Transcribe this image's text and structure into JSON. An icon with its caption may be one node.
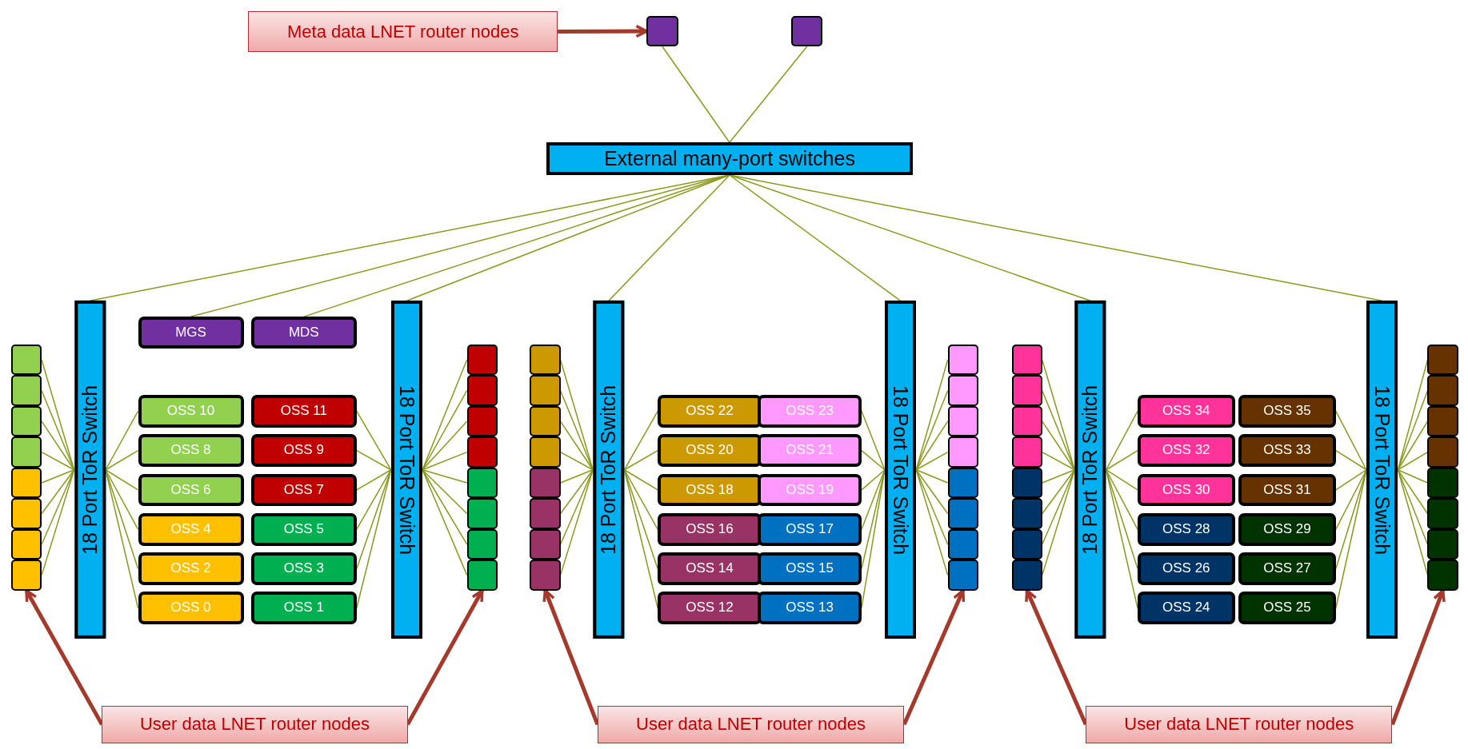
{
  "diagram": {
    "nodes": [
      {
        "text": [
          "Meta data LNET router nodes"
        ]
      },
      {
        "text": [],
        "shape": "box"
      },
      {
        "text": [],
        "shape": "box"
      },
      {
        "text": [
          "External many-port switches"
        ]
      },
      {
        "text": [],
        "shape": "box"
      },
      {
        "text": [],
        "shape": "box"
      },
      {
        "text": [],
        "shape": "box"
      },
      {
        "text": [],
        "shape": "box"
      },
      {
        "text": [],
        "shape": "box"
      },
      {
        "text": [],
        "shape": "box"
      },
      {
        "text": [],
        "shape": "box"
      },
      {
        "text": [],
        "shape": "box"
      },
      {
        "text": [
          "18 Port ToR Switch"
        ]
      },
      {
        "text": [
          "MGS"
        ]
      },
      {
        "text": [
          "MDS"
        ]
      },
      {
        "text": [
          "OSS 10"
        ]
      },
      {
        "text": [
          "OSS 11"
        ]
      },
      {
        "text": [
          "OSS 8"
        ]
      },
      {
        "text": [
          "OSS 9"
        ]
      },
      {
        "text": [
          "OSS 6"
        ]
      },
      {
        "text": [
          "OSS 7"
        ]
      },
      {
        "text": [
          "OSS 4"
        ]
      },
      {
        "text": [
          "OSS 5"
        ]
      },
      {
        "text": [
          "OSS 2"
        ]
      },
      {
        "text": [
          "OSS 3"
        ]
      },
      {
        "text": [
          "OSS 0"
        ]
      },
      {
        "text": [
          "OSS 1"
        ]
      },
      {
        "text": [
          "18 Port ToR Switch"
        ]
      },
      {
        "text": [],
        "shape": "box"
      },
      {
        "text": [],
        "shape": "box"
      },
      {
        "text": [],
        "shape": "box"
      },
      {
        "text": [],
        "shape": "box"
      },
      {
        "text": [],
        "shape": "box"
      },
      {
        "text": [],
        "shape": "box"
      },
      {
        "text": [],
        "shape": "box"
      },
      {
        "text": [],
        "shape": "box"
      },
      {
        "text": [],
        "shape": "box"
      },
      {
        "text": [],
        "shape": "box"
      },
      {
        "text": [],
        "shape": "box"
      },
      {
        "text": [],
        "shape": "box"
      },
      {
        "text": [],
        "shape": "box"
      },
      {
        "text": [],
        "shape": "box"
      },
      {
        "text": [],
        "shape": "box"
      },
      {
        "text": [],
        "shape": "box"
      },
      {
        "text": [
          "18 Port ToR Switch"
        ]
      },
      {
        "text": [
          "OSS 22"
        ]
      },
      {
        "text": [
          "OSS 23"
        ]
      },
      {
        "text": [
          "OSS 20"
        ]
      },
      {
        "text": [
          "OSS 21"
        ]
      },
      {
        "text": [
          "OSS 18"
        ]
      },
      {
        "text": [
          "OSS 19"
        ]
      },
      {
        "text": [
          "OSS 16"
        ]
      },
      {
        "text": [
          "OSS 17"
        ]
      },
      {
        "text": [
          "OSS 14"
        ]
      },
      {
        "text": [
          "OSS 15"
        ]
      },
      {
        "text": [
          "OSS 12"
        ]
      },
      {
        "text": [
          "OSS 13"
        ]
      },
      {
        "text": [
          "18 Port ToR Switch"
        ]
      },
      {
        "text": [],
        "shape": "box"
      },
      {
        "text": [],
        "shape": "box"
      },
      {
        "text": [],
        "shape": "box"
      },
      {
        "text": [],
        "shape": "box"
      },
      {
        "text": [],
        "shape": "box"
      },
      {
        "text": [],
        "shape": "box"
      },
      {
        "text": [],
        "shape": "box"
      },
      {
        "text": [],
        "shape": "box"
      },
      {
        "text": [],
        "shape": "box"
      },
      {
        "text": [],
        "shape": "box"
      },
      {
        "text": [],
        "shape": "box"
      },
      {
        "text": [],
        "shape": "box"
      },
      {
        "text": [],
        "shape": "box"
      },
      {
        "text": [],
        "shape": "box"
      },
      {
        "text": [],
        "shape": "box"
      },
      {
        "text": [],
        "shape": "box"
      },
      {
        "text": [
          "18 Port ToR Switch"
        ]
      },
      {
        "text": [
          "OSS 34"
        ]
      },
      {
        "text": [
          "OSS 35"
        ]
      },
      {
        "text": [
          "OSS 32"
        ]
      },
      {
        "text": [
          "OSS 33"
        ]
      },
      {
        "text": [
          "OSS 30"
        ]
      },
      {
        "text": [
          "OSS 31"
        ]
      },
      {
        "text": [
          "OSS 28"
        ]
      },
      {
        "text": [
          "OSS 29"
        ]
      },
      {
        "text": [
          "OSS 26"
        ]
      },
      {
        "text": [
          "OSS 27"
        ]
      },
      {
        "text": [
          "OSS 24"
        ]
      },
      {
        "text": [
          "OSS 25"
        ]
      },
      {
        "text": [
          "18 Port ToR Switch"
        ]
      },
      {
        "text": [],
        "shape": "box"
      },
      {
        "text": [],
        "shape": "box"
      },
      {
        "text": [],
        "shape": "box"
      },
      {
        "text": [],
        "shape": "box"
      },
      {
        "text": [],
        "shape": "box"
      },
      {
        "text": [],
        "shape": "box"
      },
      {
        "text": [],
        "shape": "box"
      },
      {
        "text": [],
        "shape": "box"
      },
      {
        "text": [
          "User data LNET router nodes"
        ]
      },
      {
        "text": [
          "User data LNET router nodes"
        ]
      },
      {
        "text": [
          "User data LNET router nodes"
        ]
      }
    ],
    "edges": [
      {
        "from": 0,
        "to": 1,
        "arrow": "to",
        "style": "thick",
        "color": "#a5392b"
      },
      {
        "from": 1,
        "to": 3,
        "arrow": "none"
      },
      {
        "from": 2,
        "to": 3,
        "arrow": "none"
      },
      {
        "from": 3,
        "to": 12,
        "arrow": "none"
      },
      {
        "from": 3,
        "to": 13,
        "arrow": "none"
      },
      {
        "from": 3,
        "to": 14,
        "arrow": "none"
      },
      {
        "from": 3,
        "to": 27,
        "arrow": "none"
      },
      {
        "from": 3,
        "to": 44,
        "arrow": "none"
      },
      {
        "from": 3,
        "to": 57,
        "arrow": "none"
      },
      {
        "from": 3,
        "to": 74,
        "arrow": "none"
      },
      {
        "from": 3,
        "to": 87,
        "arrow": "none"
      },
      {
        "from": 4,
        "to": 12,
        "arrow": "none"
      },
      {
        "from": 5,
        "to": 12,
        "arrow": "none"
      },
      {
        "from": 6,
        "to": 12,
        "arrow": "none"
      },
      {
        "from": 7,
        "to": 12,
        "arrow": "none"
      },
      {
        "from": 8,
        "to": 12,
        "arrow": "none"
      },
      {
        "from": 9,
        "to": 12,
        "arrow": "none"
      },
      {
        "from": 10,
        "to": 12,
        "arrow": "none"
      },
      {
        "from": 11,
        "to": 12,
        "arrow": "none"
      },
      {
        "from": 12,
        "to": 15,
        "arrow": "none"
      },
      {
        "from": 12,
        "to": 17,
        "arrow": "none"
      },
      {
        "from": 12,
        "to": 19,
        "arrow": "none"
      },
      {
        "from": 12,
        "to": 21,
        "arrow": "none"
      },
      {
        "from": 12,
        "to": 23,
        "arrow": "none"
      },
      {
        "from": 12,
        "to": 25,
        "arrow": "none"
      },
      {
        "from": 16,
        "to": 27,
        "arrow": "none"
      },
      {
        "from": 18,
        "to": 27,
        "arrow": "none"
      },
      {
        "from": 20,
        "to": 27,
        "arrow": "none"
      },
      {
        "from": 22,
        "to": 27,
        "arrow": "none"
      },
      {
        "from": 24,
        "to": 27,
        "arrow": "none"
      },
      {
        "from": 26,
        "to": 27,
        "arrow": "none"
      },
      {
        "from": 27,
        "to": 28,
        "arrow": "none"
      },
      {
        "from": 27,
        "to": 29,
        "arrow": "none"
      },
      {
        "from": 27,
        "to": 30,
        "arrow": "none"
      },
      {
        "from": 27,
        "to": 31,
        "arrow": "none"
      },
      {
        "from": 27,
        "to": 32,
        "arrow": "none"
      },
      {
        "from": 27,
        "to": 33,
        "arrow": "none"
      },
      {
        "from": 27,
        "to": 34,
        "arrow": "none"
      },
      {
        "from": 27,
        "to": 35,
        "arrow": "none"
      },
      {
        "from": 36,
        "to": 44,
        "arrow": "none"
      },
      {
        "from": 37,
        "to": 44,
        "arrow": "none"
      },
      {
        "from": 38,
        "to": 44,
        "arrow": "none"
      },
      {
        "from": 39,
        "to": 44,
        "arrow": "none"
      },
      {
        "from": 40,
        "to": 44,
        "arrow": "none"
      },
      {
        "from": 41,
        "to": 44,
        "arrow": "none"
      },
      {
        "from": 42,
        "to": 44,
        "arrow": "none"
      },
      {
        "from": 43,
        "to": 44,
        "arrow": "none"
      },
      {
        "from": 44,
        "to": 45,
        "arrow": "none"
      },
      {
        "from": 44,
        "to": 47,
        "arrow": "none"
      },
      {
        "from": 44,
        "to": 49,
        "arrow": "none"
      },
      {
        "from": 44,
        "to": 51,
        "arrow": "none"
      },
      {
        "from": 44,
        "to": 53,
        "arrow": "none"
      },
      {
        "from": 44,
        "to": 55,
        "arrow": "none"
      },
      {
        "from": 46,
        "to": 57,
        "arrow": "none"
      },
      {
        "from": 48,
        "to": 57,
        "arrow": "none"
      },
      {
        "from": 50,
        "to": 57,
        "arrow": "none"
      },
      {
        "from": 52,
        "to": 57,
        "arrow": "none"
      },
      {
        "from": 54,
        "to": 57,
        "arrow": "none"
      },
      {
        "from": 56,
        "to": 57,
        "arrow": "none"
      },
      {
        "from": 57,
        "to": 58,
        "arrow": "none"
      },
      {
        "from": 57,
        "to": 59,
        "arrow": "none"
      },
      {
        "from": 57,
        "to": 60,
        "arrow": "none"
      },
      {
        "from": 57,
        "to": 61,
        "arrow": "none"
      },
      {
        "from": 57,
        "to": 62,
        "arrow": "none"
      },
      {
        "from": 57,
        "to": 63,
        "arrow": "none"
      },
      {
        "from": 57,
        "to": 64,
        "arrow": "none"
      },
      {
        "from": 57,
        "to": 65,
        "arrow": "none"
      },
      {
        "from": 66,
        "to": 74,
        "arrow": "none"
      },
      {
        "from": 67,
        "to": 74,
        "arrow": "none"
      },
      {
        "from": 68,
        "to": 74,
        "arrow": "none"
      },
      {
        "from": 69,
        "to": 74,
        "arrow": "none"
      },
      {
        "from": 70,
        "to": 74,
        "arrow": "none"
      },
      {
        "from": 71,
        "to": 74,
        "arrow": "none"
      },
      {
        "from": 72,
        "to": 74,
        "arrow": "none"
      },
      {
        "from": 73,
        "to": 74,
        "arrow": "none"
      },
      {
        "from": 74,
        "to": 75,
        "arrow": "none"
      },
      {
        "from": 74,
        "to": 77,
        "arrow": "none"
      },
      {
        "from": 74,
        "to": 79,
        "arrow": "none"
      },
      {
        "from": 74,
        "to": 81,
        "arrow": "none"
      },
      {
        "from": 74,
        "to": 83,
        "arrow": "none"
      },
      {
        "from": 74,
        "to": 85,
        "arrow": "none"
      },
      {
        "from": 76,
        "to": 87,
        "arrow": "none"
      },
      {
        "from": 78,
        "to": 87,
        "arrow": "none"
      },
      {
        "from": 80,
        "to": 87,
        "arrow": "none"
      },
      {
        "from": 82,
        "to": 87,
        "arrow": "none"
      },
      {
        "from": 84,
        "to": 87,
        "arrow": "none"
      },
      {
        "from": 86,
        "to": 87,
        "arrow": "none"
      },
      {
        "from": 87,
        "to": 88,
        "arrow": "none"
      },
      {
        "from": 87,
        "to": 89,
        "arrow": "none"
      },
      {
        "from": 87,
        "to": 90,
        "arrow": "none"
      },
      {
        "from": 87,
        "to": 91,
        "arrow": "none"
      },
      {
        "from": 87,
        "to": 92,
        "arrow": "none"
      },
      {
        "from": 87,
        "to": 93,
        "arrow": "none"
      },
      {
        "from": 87,
        "to": 94,
        "arrow": "none"
      },
      {
        "from": 87,
        "to": 95,
        "arrow": "none"
      },
      {
        "from": 96,
        "to": 11,
        "arrow": "to",
        "style": "thick",
        "color": "#a5392b"
      },
      {
        "from": 96,
        "to": 35,
        "arrow": "to",
        "style": "thick",
        "color": "#a5392b"
      },
      {
        "from": 97,
        "to": 43,
        "arrow": "to",
        "style": "thick",
        "color": "#a5392b"
      },
      {
        "from": 97,
        "to": 65,
        "arrow": "to",
        "style": "thick",
        "color": "#a5392b"
      },
      {
        "from": 98,
        "to": 73,
        "arrow": "to",
        "style": "thick",
        "color": "#a5392b"
      },
      {
        "from": 98,
        "to": 95,
        "arrow": "to",
        "style": "thick",
        "color": "#a5392b"
      }
    ]
  }
}
